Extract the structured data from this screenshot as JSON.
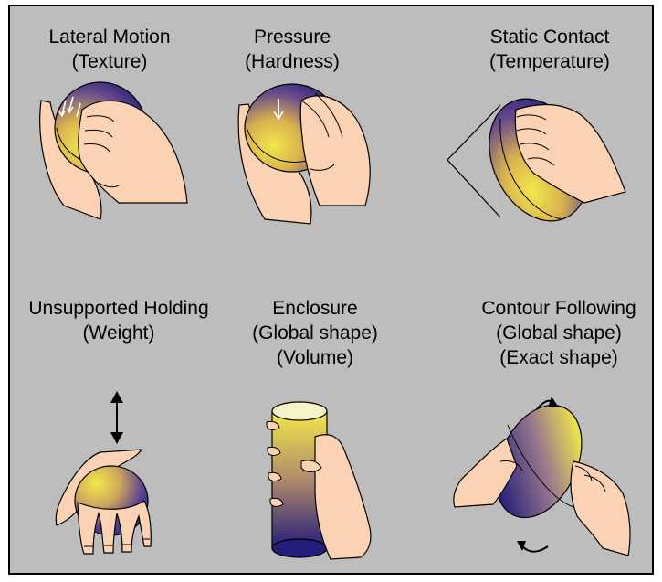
{
  "colors": {
    "background": "#bdbdbd",
    "skin": "#fcd2b4",
    "ball_highlight": "#f2e84a",
    "ball_dark": "#241d7a",
    "outline": "#000000"
  },
  "procedures": [
    {
      "name": "Lateral Motion",
      "property": "(Texture)",
      "extra": ""
    },
    {
      "name": "Pressure",
      "property": "(Hardness)",
      "extra": ""
    },
    {
      "name": "Static Contact",
      "property": "(Temperature)",
      "extra": ""
    },
    {
      "name": "Unsupported Holding",
      "property": "(Weight)",
      "extra": ""
    },
    {
      "name": "Enclosure",
      "property": "(Global shape)",
      "extra": "(Volume)"
    },
    {
      "name": "Contour Following",
      "property": "(Global shape)",
      "extra": "(Exact shape)"
    }
  ],
  "icons": [
    "hand-icon",
    "sphere-icon",
    "cylinder-icon",
    "double-arrow-icon",
    "rotation-arrow-icon"
  ]
}
